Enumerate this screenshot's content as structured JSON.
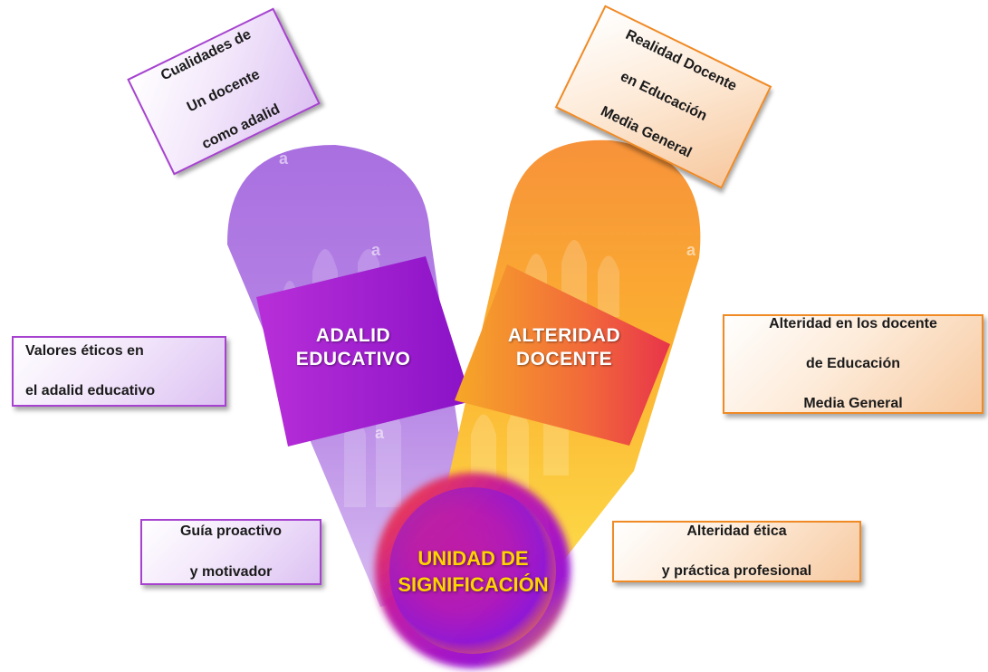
{
  "boxes": {
    "cualidades": [
      "Cualidades de",
      "Un docente",
      "como adalid"
    ],
    "realidad": [
      "Realidad Docente",
      "en Educación",
      "Media General"
    ],
    "valores": [
      "Valores éticos en",
      "el adalid educativo"
    ],
    "alteridad_docente": [
      "Alteridad en los docente",
      "de Educación",
      "Media General"
    ],
    "guia": [
      "Guía proactivo",
      "y motivador"
    ],
    "alteridad_etica": [
      "Alteridad ética",
      "y práctica profesional"
    ]
  },
  "bands": {
    "adalid": [
      "ADALID",
      "EDUCATIVO"
    ],
    "alteridad": [
      "ALTERIDAD",
      "DOCENTE"
    ]
  },
  "center": [
    "UNIDAD DE",
    "SIGNIFICACIÓN"
  ],
  "colors": {
    "purple_pill": "#b07fe0",
    "orange_pill": "#f79a36",
    "purple_band": "#9a1ad0",
    "orange_band": "#f06a3c",
    "center_text": "#ffd400"
  }
}
